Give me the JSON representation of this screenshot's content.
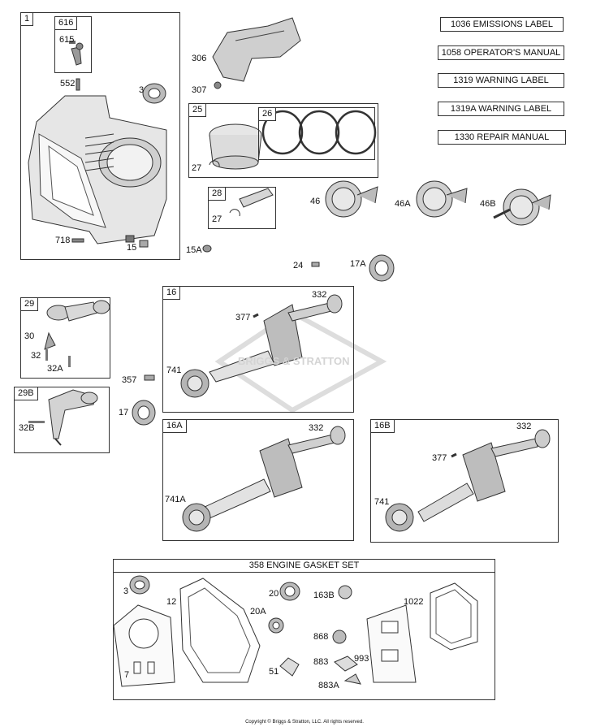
{
  "labels_list": {
    "l1036": "1036 EMISSIONS LABEL",
    "l1058": "1058 OPERATOR'S MANUAL",
    "l1319": "1319 WARNING LABEL",
    "l1319a": "1319A WARNING LABEL",
    "l1330": "1330 REPAIR MANUAL"
  },
  "boxes": {
    "b1": "1",
    "b616": "616",
    "b25": "25",
    "b26": "26",
    "b28": "28",
    "b29": "29",
    "b29b": "29B",
    "b16": "16",
    "b16a": "16A",
    "b16b": "16B"
  },
  "parts": {
    "p615": "615",
    "p552": "552",
    "p3": "3",
    "p718": "718",
    "p15": "15",
    "p306": "306",
    "p307": "307",
    "p27a": "27",
    "p27b": "27",
    "p46": "46",
    "p46a": "46A",
    "p46b": "46B",
    "p15a": "15A",
    "p24": "24",
    "p17a": "17A",
    "p30": "30",
    "p32": "32",
    "p32a": "32A",
    "p32b": "32B",
    "p357": "357",
    "p17": "17",
    "p16_332": "332",
    "p16_377": "377",
    "p16_741": "741",
    "p16a_332": "332",
    "p16a_741a": "741A",
    "p16b_332": "332",
    "p16b_377": "377",
    "p16b_741": "741"
  },
  "gasket": {
    "title": "358 ENGINE GASKET SET",
    "g3": "3",
    "g7": "7",
    "g12": "12",
    "g20": "20",
    "g20a": "20A",
    "g51": "51",
    "g163b": "163B",
    "g868": "868",
    "g883": "883",
    "g883a": "883A",
    "g993": "993",
    "g1022": "1022"
  },
  "watermark": "BRIGGS & STRATTON",
  "copyright": "Copyright © Briggs & Stratton, LLC. All rights reserved."
}
